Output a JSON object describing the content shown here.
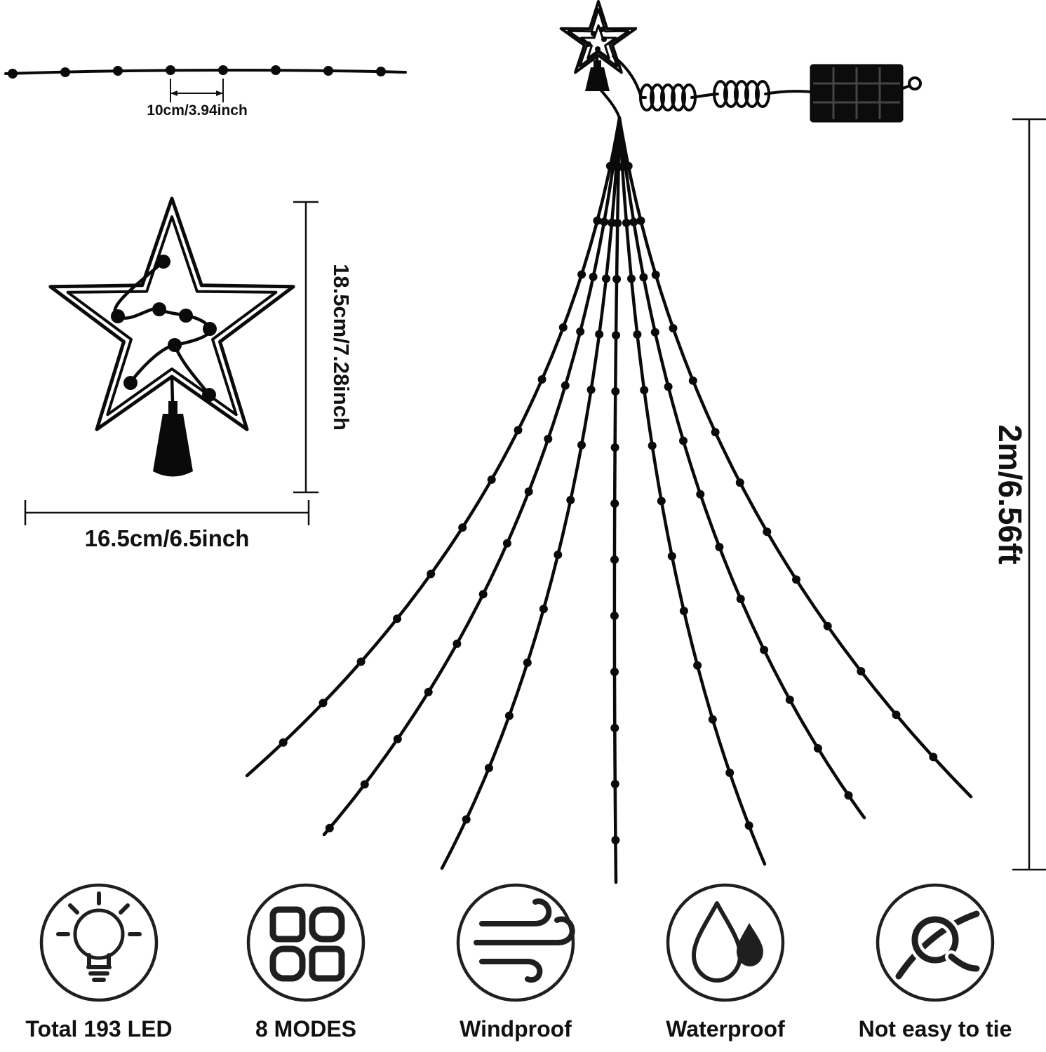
{
  "dimensions": {
    "bulb_spacing": "10cm/3.94inch",
    "star_height": "18.5cm/7.28inch",
    "star_width": "16.5cm/6.5inch",
    "drop_length": "2m/6.56ft"
  },
  "features": [
    {
      "icon": "bulb-icon",
      "label": "Total 193 LED"
    },
    {
      "icon": "modes-icon",
      "label": "8 MODES"
    },
    {
      "icon": "wind-icon",
      "label": "Windproof"
    },
    {
      "icon": "water-icon",
      "label": "Waterproof"
    },
    {
      "icon": "knot-icon",
      "label": "Not easy to tie"
    }
  ],
  "colors": {
    "ink": "#111111",
    "panel": "#0c0c0c"
  }
}
